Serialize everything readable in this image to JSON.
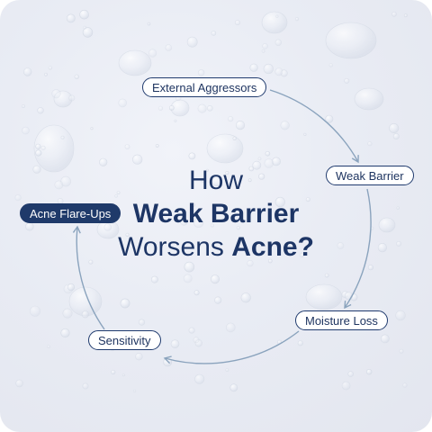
{
  "title": {
    "line1": "How",
    "line2": "Weak Barrier",
    "line3_prefix": "Worsens ",
    "line3_emphasis": "Acne?"
  },
  "cycle_steps": [
    {
      "label": "External Aggressors",
      "active": false
    },
    {
      "label": "Weak Barrier",
      "active": false
    },
    {
      "label": "Moisture Loss",
      "active": false
    },
    {
      "label": "Sensitivity",
      "active": false
    },
    {
      "label": "Acne Flare-Ups",
      "active": true
    }
  ],
  "colors": {
    "navy": "#1f3a6a",
    "arrow": "#8aa3bd",
    "background": "#e9ecf4"
  }
}
